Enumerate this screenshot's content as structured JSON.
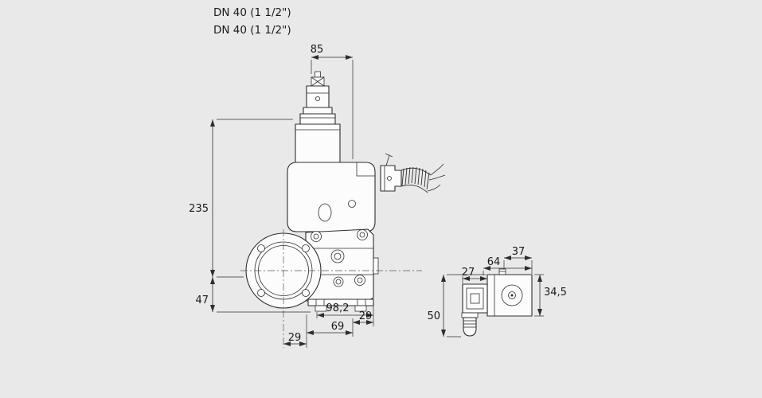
{
  "colors": {
    "background": "#e9e9e9",
    "line": "#2e2e2e",
    "text": "#1b1b1b",
    "fill": "#fcfcfc"
  },
  "labels": {
    "dn_line1": "DN 40 (1 1/2\")",
    "dn_line2": "DN 40 (1 1/2\")"
  },
  "dimensions": {
    "front": {
      "top_width": "85",
      "body_height": "235",
      "flange_height": "47",
      "depth": "98,2",
      "offset_left": "29",
      "offset_center": "69",
      "offset_right": "29"
    },
    "side": {
      "connector_width": "27",
      "total_width": "64",
      "body_width": "37",
      "body_height": "34,5",
      "total_height": "50"
    }
  }
}
